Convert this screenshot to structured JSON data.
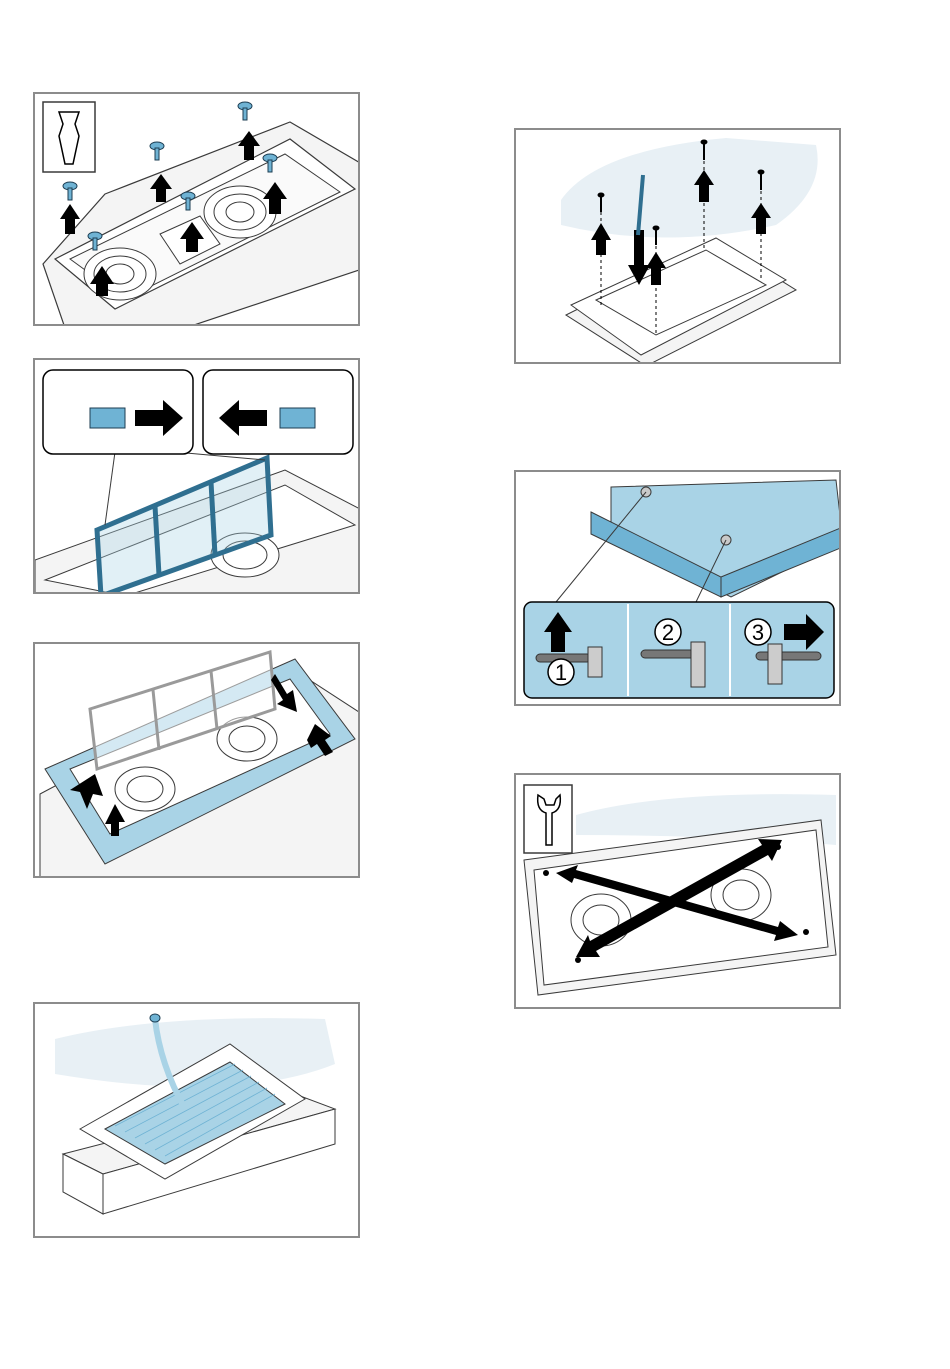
{
  "document": {
    "type": "installation-illustration-page",
    "panels": [
      {
        "id": "remove-screws",
        "tool_icon": "torx-screwdriver-icon"
      },
      {
        "id": "release-filter-clips"
      },
      {
        "id": "slide-filter-frame"
      },
      {
        "id": "disconnect-cable"
      },
      {
        "id": "unscrew-mounting-screws"
      },
      {
        "id": "release-fasteners",
        "steps": [
          {
            "number": "1",
            "arrow": "up-arrow-icon"
          },
          {
            "number": "2"
          },
          {
            "number": "3",
            "arrow": "right-arrow-icon"
          }
        ]
      },
      {
        "id": "diagonal-measure",
        "tool_icon": "wrench-icon"
      }
    ]
  },
  "colors": {
    "accent_blue": "#a9d3e6",
    "accent_blue_dark": "#6fb3d4",
    "line": "#3a3a3a",
    "frame_border": "#8c8c8c",
    "shadow_blue": "#e8f0f5",
    "arrow": "#000000"
  }
}
